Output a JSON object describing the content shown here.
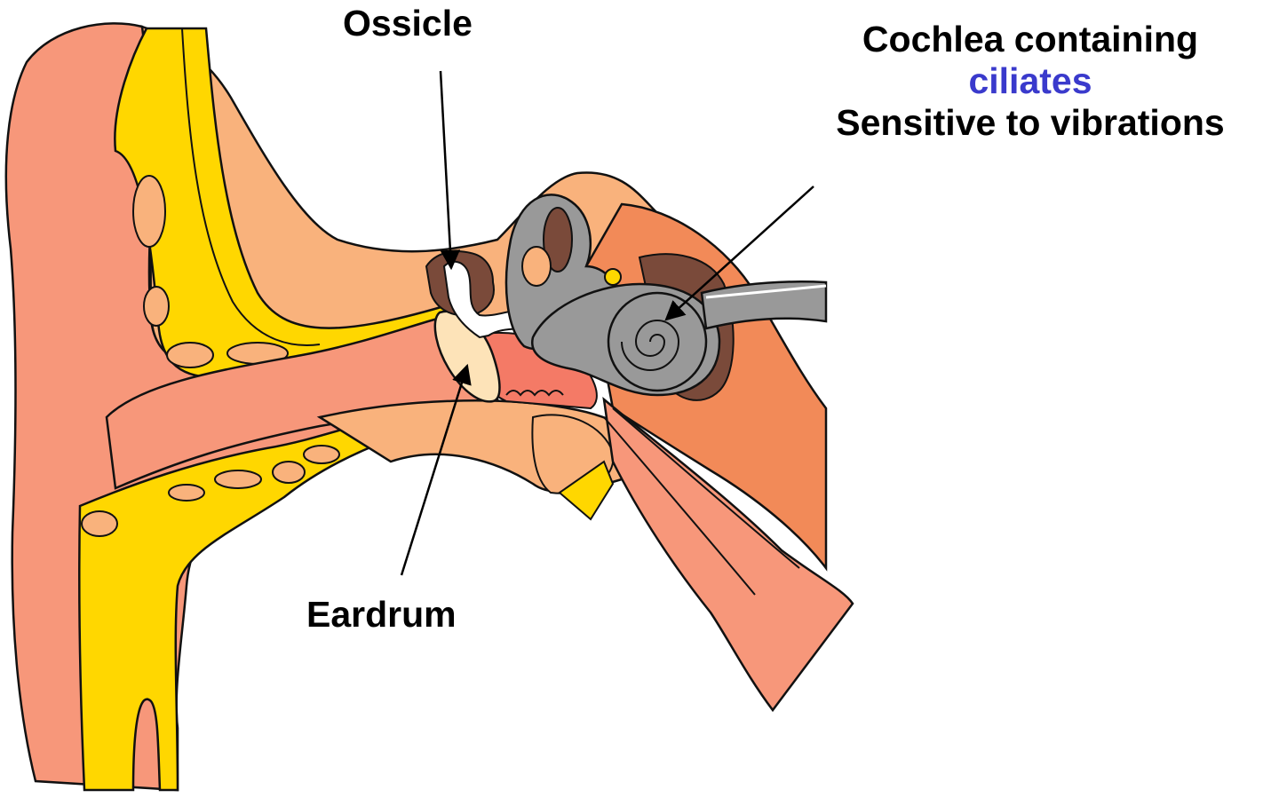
{
  "labels": {
    "ossicle": "Ossicle",
    "eardrum": "Eardrum",
    "cochlea_line1": "Cochlea containing",
    "cochlea_line2": "ciliates",
    "cochlea_line3": "Sensitive to vibrations"
  },
  "colors": {
    "ciliates_text": "#3a3acc",
    "skin": "#f7977a",
    "skin_light": "#f9b27c",
    "cartilage": "#ffd700",
    "bone": "#f28a58",
    "bone_dark": "#ee7a30",
    "cochlea": "#999999",
    "eardrum": "#fde3b8",
    "ossicle_bone": "#ffffff",
    "ossicle_tissue": "#7a4a3a"
  },
  "icons": {
    "ossicle_arrow": "arrow-line",
    "cochlea_arrow": "arrow-head"
  }
}
